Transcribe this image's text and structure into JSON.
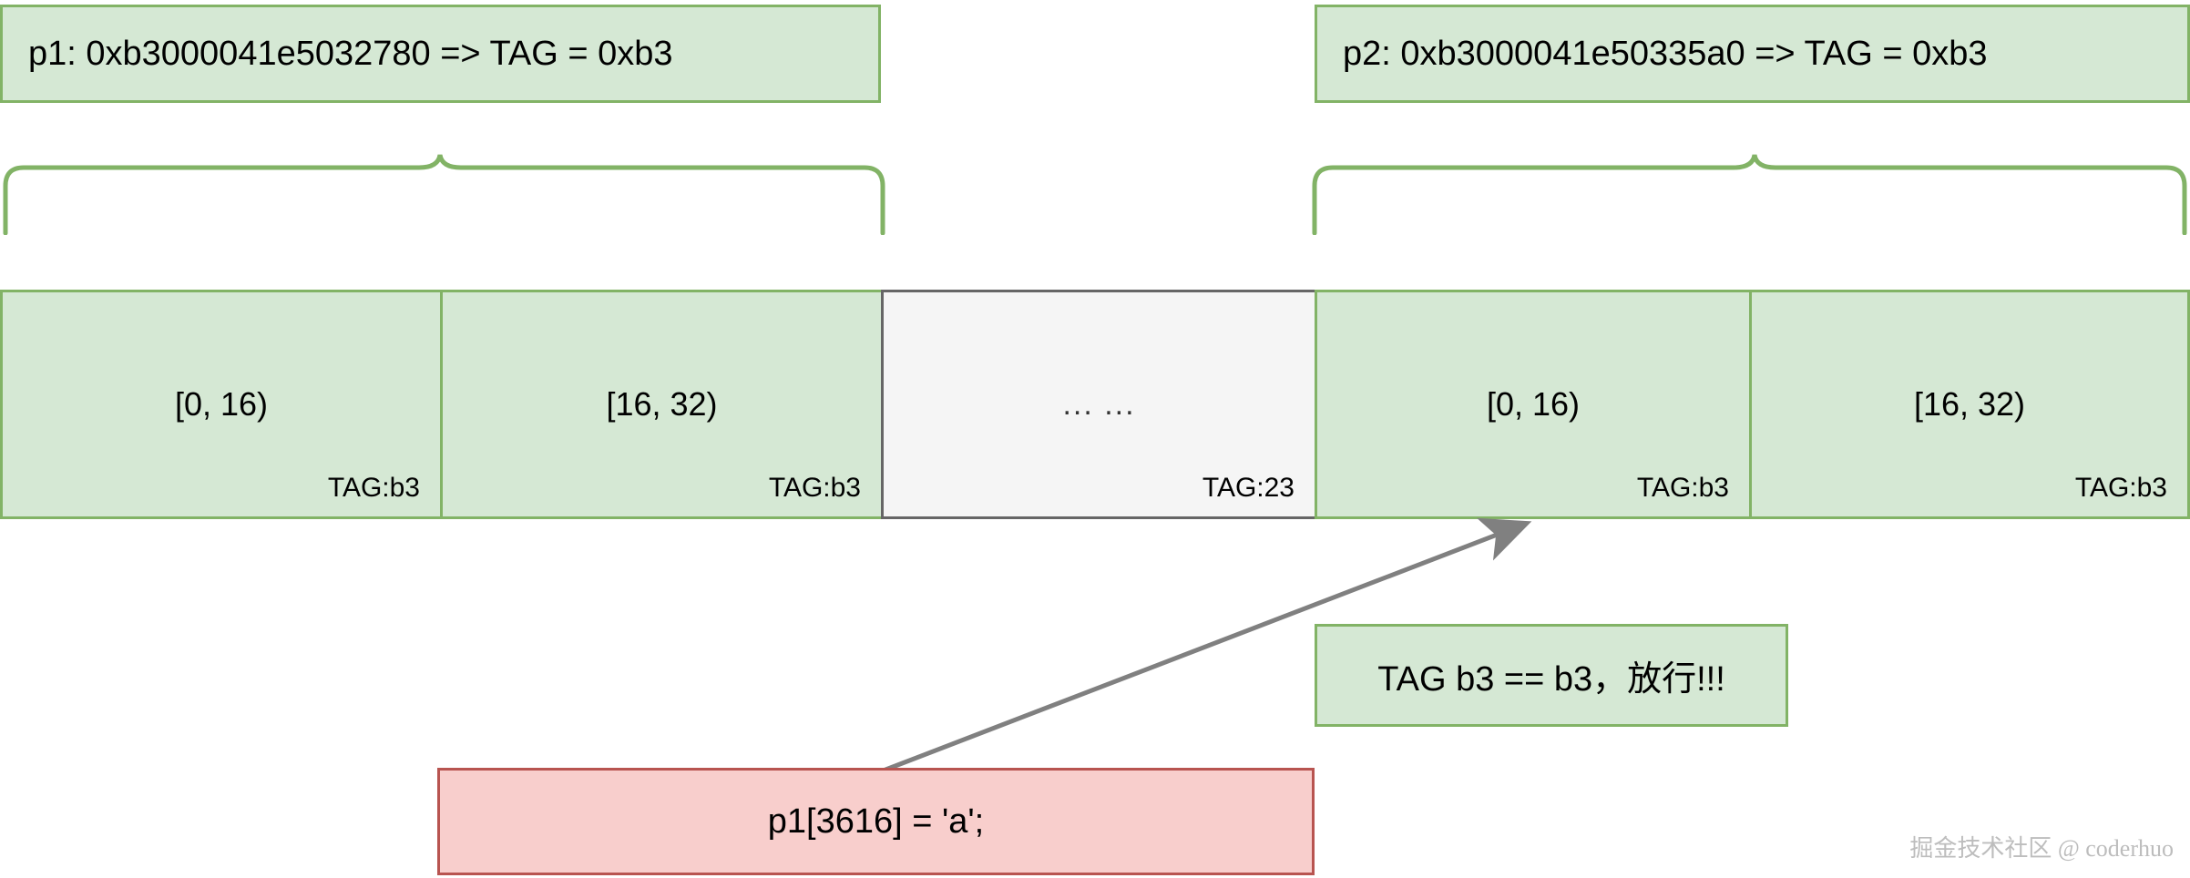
{
  "diagram": {
    "title": "MTE tag check pass diagram",
    "colors": {
      "green_fill": "#d5e8d4",
      "green_stroke": "#82b366",
      "gray_fill": "#f5f5f5",
      "gray_stroke": "#666666",
      "red_fill": "#f8cecc",
      "red_stroke": "#b85450",
      "arrow": "#808080",
      "watermark": "#bdbdbd"
    }
  },
  "pointers": [
    {
      "label": "p1: 0xb3000041e5032780 => TAG = 0xb3"
    },
    {
      "label": "p2: 0xb3000041e50335a0 => TAG = 0xb3"
    }
  ],
  "memory_cells": [
    {
      "range": "[0, 16)",
      "tag": "TAG:b3",
      "style": "green"
    },
    {
      "range": "[16, 32)",
      "tag": "TAG:b3",
      "style": "green"
    },
    {
      "range": "... ...",
      "tag": "TAG:23",
      "style": "gray"
    },
    {
      "range": "[0, 16)",
      "tag": "TAG:b3",
      "style": "green"
    },
    {
      "range": "[16, 32)",
      "tag": "TAG:b3",
      "style": "green"
    }
  ],
  "notes": {
    "pass_note": "TAG b3 == b3，放行!!!",
    "code_statement": "p1[3616] = 'a';"
  },
  "watermark": "掘金技术社区 @ coderhuo"
}
